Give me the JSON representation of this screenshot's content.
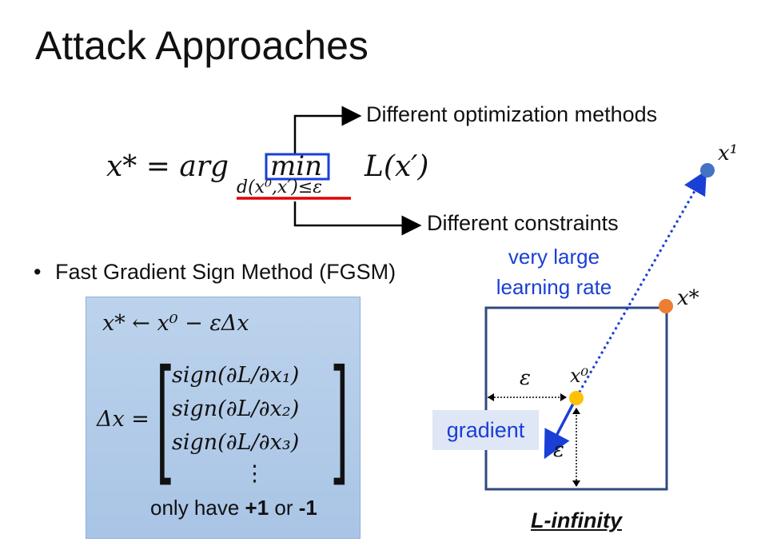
{
  "slide": {
    "title": "Attack Approaches"
  },
  "formula": {
    "lhs": "x* = arg",
    "min": "min",
    "constraint": "d(x⁰,x′)≤ε",
    "loss": "L(x′)",
    "annot_top": "Different optimization methods",
    "annot_bottom": "Different constraints"
  },
  "bullet": {
    "marker": "•",
    "text": "Fast Gradient Sign Method (FGSM)"
  },
  "fgsm_box": {
    "update_rule": "x* ← x⁰ − εΔx",
    "delta_lhs": "Δx =",
    "rows": [
      "sign(∂L/∂x₁)",
      "sign(∂L/∂x₂)",
      "sign(∂L/∂x₃)"
    ],
    "dots": "⋮",
    "note_prefix": "only have ",
    "note_plus": "+1",
    "note_mid": " or ",
    "note_minus": "-1"
  },
  "diagram": {
    "large_lr_line1": "very large",
    "large_lr_line2": "learning rate",
    "x1": "x¹",
    "xstar": "x*",
    "x0": "x⁰",
    "eps_h": "ε",
    "eps_v": "ε",
    "gradient": "gradient",
    "caption": "L-infinity",
    "colors": {
      "x1_point": "#4472c4",
      "xstar_point": "#ed7d31",
      "x0_point": "#ffc000",
      "square": "#2f4a80",
      "arrow": "#1a3fd6",
      "underline": "#e00000",
      "min_box": "#1a3fd6"
    }
  }
}
